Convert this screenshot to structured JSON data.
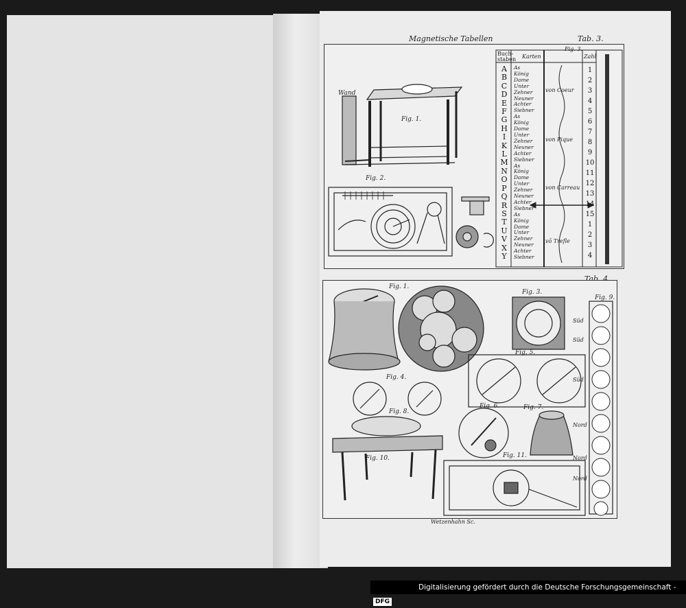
{
  "plate_top": {
    "title": "Magnetische Tabellen",
    "tab": "Tab. 3.",
    "table_header": {
      "letters": "Buch-\nstaben",
      "cards": "Karten",
      "figure": "Fig. 3.",
      "numbers": "Zahl"
    },
    "letters": [
      "A",
      "B",
      "C",
      "D",
      "E",
      "F",
      "G",
      "H",
      "I",
      "K",
      "L",
      "M",
      "N",
      "O",
      "P",
      "Q",
      "R",
      "S",
      "T",
      "U",
      "V",
      "X",
      "Y"
    ],
    "cards": [
      "As",
      "König",
      "Dame",
      "Unter",
      "Zehner",
      "Neuner",
      "Achter",
      "Siebner",
      "As",
      "König",
      "Dame",
      "Unter",
      "Zehner",
      "Neuner",
      "Achter",
      "Siebner",
      "As",
      "König",
      "Dame",
      "Unter",
      "Zehner",
      "Neuner",
      "Achter",
      "Siebner",
      "As",
      "König",
      "Dame",
      "Unter",
      "Zehner",
      "Neuner",
      "Achter",
      "Siebner"
    ],
    "suits": [
      "von Coeur",
      "von Pique",
      "von Carreau",
      "vō Trefle"
    ],
    "numbers": [
      "1",
      "2",
      "3",
      "4",
      "5",
      "6",
      "7",
      "8",
      "9",
      "10",
      "11",
      "12",
      "13",
      "14",
      "15",
      "1",
      "2",
      "3",
      "4"
    ],
    "fig1_label": "Fig. 1.",
    "fig2_label": "Fig. 2.",
    "wand_label": "Wand"
  },
  "plate_bottom": {
    "tab": "Tab. 4.",
    "figs": [
      "Fig. 1.",
      "Fig. 3.",
      "Fig. 9.",
      "Fig. 4.",
      "Fig. 5.",
      "Fig. 8.",
      "Fig. 6.",
      "Fig. 7.",
      "Fig. 11.",
      "Fig. 10."
    ],
    "direction_labels": [
      "Süd",
      "Süd",
      "Süd",
      "Nord",
      "Nord",
      "Nord"
    ],
    "engraver": "Wetzenhahn Sc."
  },
  "footer": {
    "text": "Digitalisierung gefördert durch die Deutsche Forschungsgemeinschaft",
    "logo": "DFG"
  }
}
